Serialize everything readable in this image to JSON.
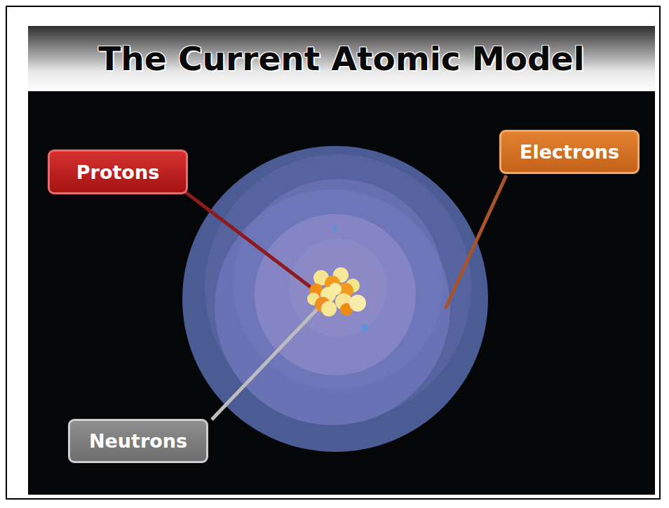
{
  "diagram": {
    "title": "The Current Atomic Model",
    "nodes": [
      {
        "text": [
          "Protons"
        ]
      },
      {
        "text": [
          "Electrons"
        ]
      },
      {
        "text": [
          "Neutrons"
        ]
      }
    ]
  }
}
